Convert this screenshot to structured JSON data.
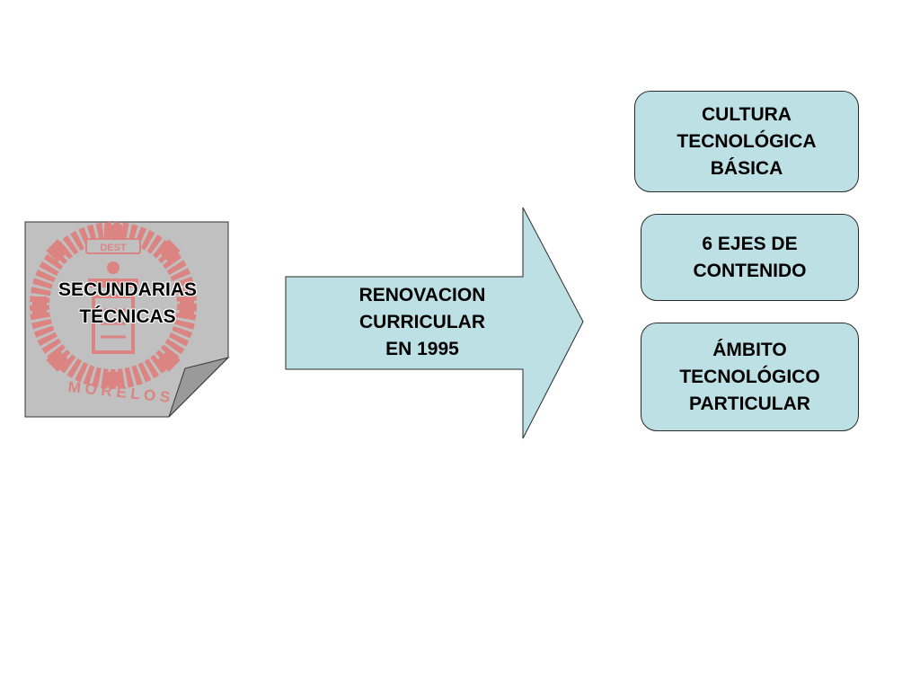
{
  "document_shape": {
    "title": "SECUNDARIAS\nTÉCNICAS",
    "logo_top_text": "DEST",
    "logo_bottom_text": "M O R E L O S",
    "fill_color": "#c0c0c0",
    "logo_color": "#e07a78"
  },
  "arrow": {
    "label": "RENOVACION\nCURRICULAR\nEN 1995",
    "fill_color": "#bde0e4"
  },
  "boxes": [
    {
      "label": "CULTURA\nTECNOLÓGICA\nBÁSICA"
    },
    {
      "label": "6 EJES DE\nCONTENIDO"
    },
    {
      "label": "ÁMBITO\nTECNOLÓGICO\nPARTICULAR"
    }
  ]
}
